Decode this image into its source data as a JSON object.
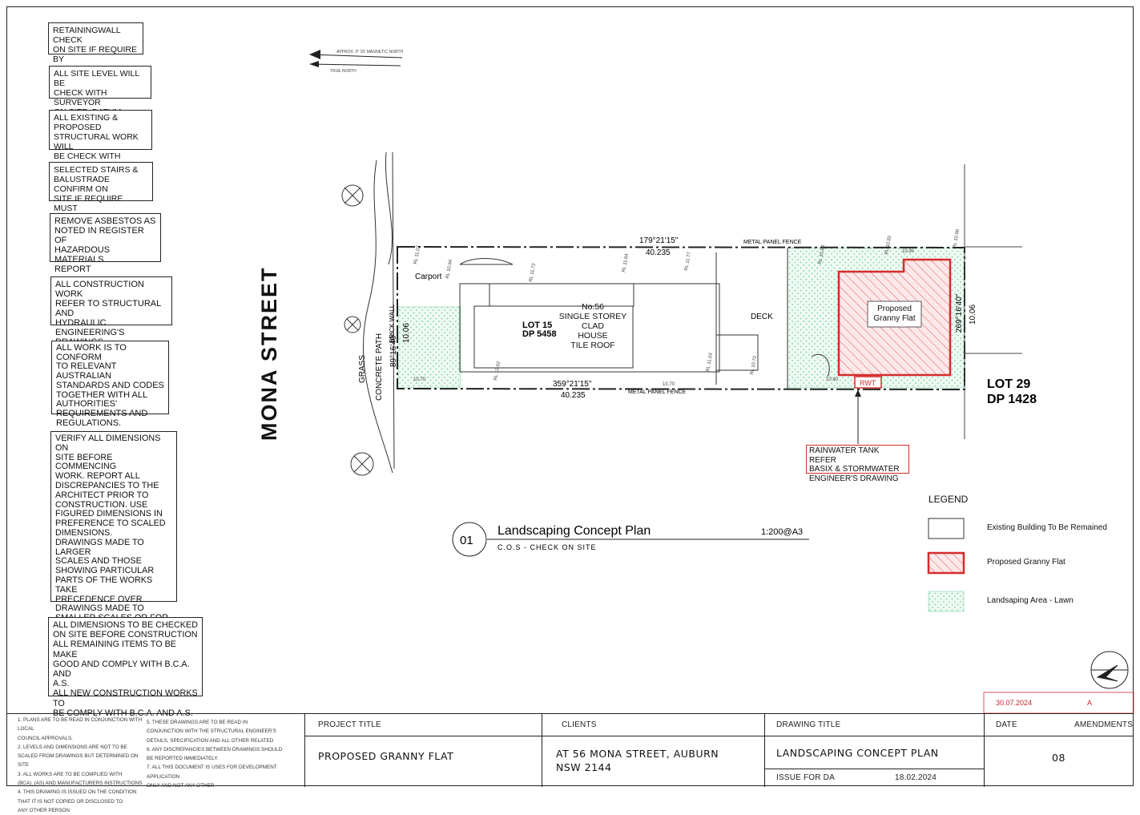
{
  "notes": [
    "RETAININGWALL CHECK\nON SITE IF REQUIRE BY\nSTRUCTURAL ENGINEER.",
    "ALL SITE LEVEL WILL BE\nCHECK WITH SURVEYOR\nON SITE. DATUM ASSUMED",
    "ALL EXISTING & PROPOSED\nSTRUCTURAL WORK WILL\nBE CHECK WITH ENGINEER\nON SITE",
    "SELECTED STAIRS &\nBALUSTRADE CONFIRM ON\nSITE IF REQUIRE MUST\nCOMPLY WITH AS & BCA",
    "REMOVE ASBESTOS AS\nNOTED IN REGISTER OF\nHAZARDOUS MATERIALS\nREPORT",
    "ALL CONSTRUCTION WORK\nREFER TO STRUCTURAL AND\nHYDRAULIC ENGINEERING'S\nDRAWINGS",
    "ALL WORK IS TO CONFORM\nTO RELEVANT AUSTRALIAN\nSTANDARDS AND CODES\nTOGETHER WITH ALL\nAUTHORITIES'\nREQUIREMENTS AND\nREGULATIONS.",
    "VERIFY ALL DIMENSIONS ON\nSITE BEFORE COMMENCING\nWORK.  REPORT ALL\nDISCREPANCIES TO THE\nARCHITECT PRIOR TO\nCONSTRUCTION.  USE\nFIGURED DIMENSIONS IN\nPREFERENCE TO SCALED\nDIMENSIONS.\nDRAWINGS MADE TO LARGER\nSCALES AND THOSE\nSHOWING PARTICULAR\nPARTS OF THE WORKS TAKE\nPRECEDENCE OVER\nDRAWINGS MADE TO\nSMALLER SCALES OR FOR\nGENERAL PURPOSES.",
    "ALL DIMENSIONS TO BE CHECKED\nON SITE BEFORE CONSTRUCTION\nALL REMAINING ITEMS TO BE MAKE\nGOOD AND COMPLY WITH B.C.A. AND\nA.S.\nALL NEW CONSTRUCTION WORKS TO\nBE COMPLY WITH B.C.A. AND A.S."
  ],
  "street_name": "MONA      STREET",
  "north_labels": {
    "magnetic": "APPROX. 0° 30' MAGNETIC NORTH",
    "true": "TRUE NORTH"
  },
  "site": {
    "top_bearing": "179°21'15\"",
    "top_length": "40.235",
    "bottom_bearing": "359°21'15\"",
    "bottom_length": "40.235",
    "right_bearing": "269°16'40\"",
    "right_length": "10.06",
    "left_bearing": "89°16'40\"",
    "left_length": "10.06",
    "fence_top": "METAL PANEL FENCE",
    "fence_bottom": "METAL PANEL FENCE",
    "carport": "Carport",
    "lot": "LOT 15",
    "dp": "DP 5458",
    "house": "No.56\nSINGLE STOREY\nCLAD\nHOUSE\nTILE ROOF",
    "deck": "DECK",
    "granny_flat": "Proposed\nGranny Flat",
    "rwt": "RWT",
    "brick_wall": "BRICK WALL",
    "concrete_path": "CONCRETE PATH",
    "grass": "GRASS",
    "neighbour_lot": "LOT 29",
    "neighbour_dp": "DP 1428",
    "rainwater_note": "RAINWATER TANK REFER\nBASIX & STORMWATER\nENGINEER'S DRAWING"
  },
  "drawing_label": {
    "number": "01",
    "title": "Landscaping Concept Plan",
    "scale": "1:200@A3",
    "subtitle": "C.O.S - CHECK  ON  SITE"
  },
  "legend": {
    "title": "LEGEND",
    "items": [
      {
        "label": "Existing Building To Be Remained"
      },
      {
        "label": "Proposed Granny Flat"
      },
      {
        "label": "Landsaping Area - Lawn"
      }
    ]
  },
  "amendment": {
    "date": "30.07.2024",
    "rev": "A"
  },
  "title_block": {
    "notes_left": "1. PLANS ARE TO BE READ IN CONJUNCTION WITH LOCAL\n    COUNCIL APPROVALS.\n2.  LEVELS AND DIMENSIONS ARE NOT TO BE\n    SCALED FROM DRAWINGS BUT DETERMINED ON SITE\n3. ALL WORKS ARE TO BE COMPLIED WITH\n    (BCA). (AS) AND MANUFACTURERS INSTRUCTIONS\n4. THIS DRAWING  IS  ISSUED ON THE CONDITION\n    THAT IT IS NOT COPIED OR DISCLOSED TO\n    ANY OTHER PERSON",
    "notes_right": "5. THESE DRAWINGS ARE TO BE READ IN\n    CONJUNCTION WITH THE STRUCTURAL ENGINEER'S\n    DETAILS, SPECIFICATION AND ALL OTHER RELATED\n6. ANY DISCREPANCIES BETWEEN DRAWINGS SHOULD\n    BE REPORTED IMMEDIATELY.\n7. ALL THIS DOCUMENT IS USES FOR DEVELOPMENT APPLICATION\n    ONLY AND NOT ANY OTHER",
    "project_title_label": "PROJECT TITLE",
    "project_title": "PROPOSED GRANNY FLAT",
    "clients_label": "CLIENTS",
    "clients": "AT 56 MONA STREET, AUBURN\nNSW 2144",
    "drawing_title_label": "DRAWING TITLE",
    "drawing_title": "LANDSCAPING CONCEPT PLAN",
    "issue": "ISSUE FOR  DA",
    "issue_date": "18.02.2024",
    "date_label": "DATE",
    "amendments_label": "AMENDMENTS",
    "sheet_no": "08"
  },
  "colors": {
    "accent_red": "#d62c2c",
    "lawn_green": "#7fd3a4",
    "line": "#222222"
  }
}
